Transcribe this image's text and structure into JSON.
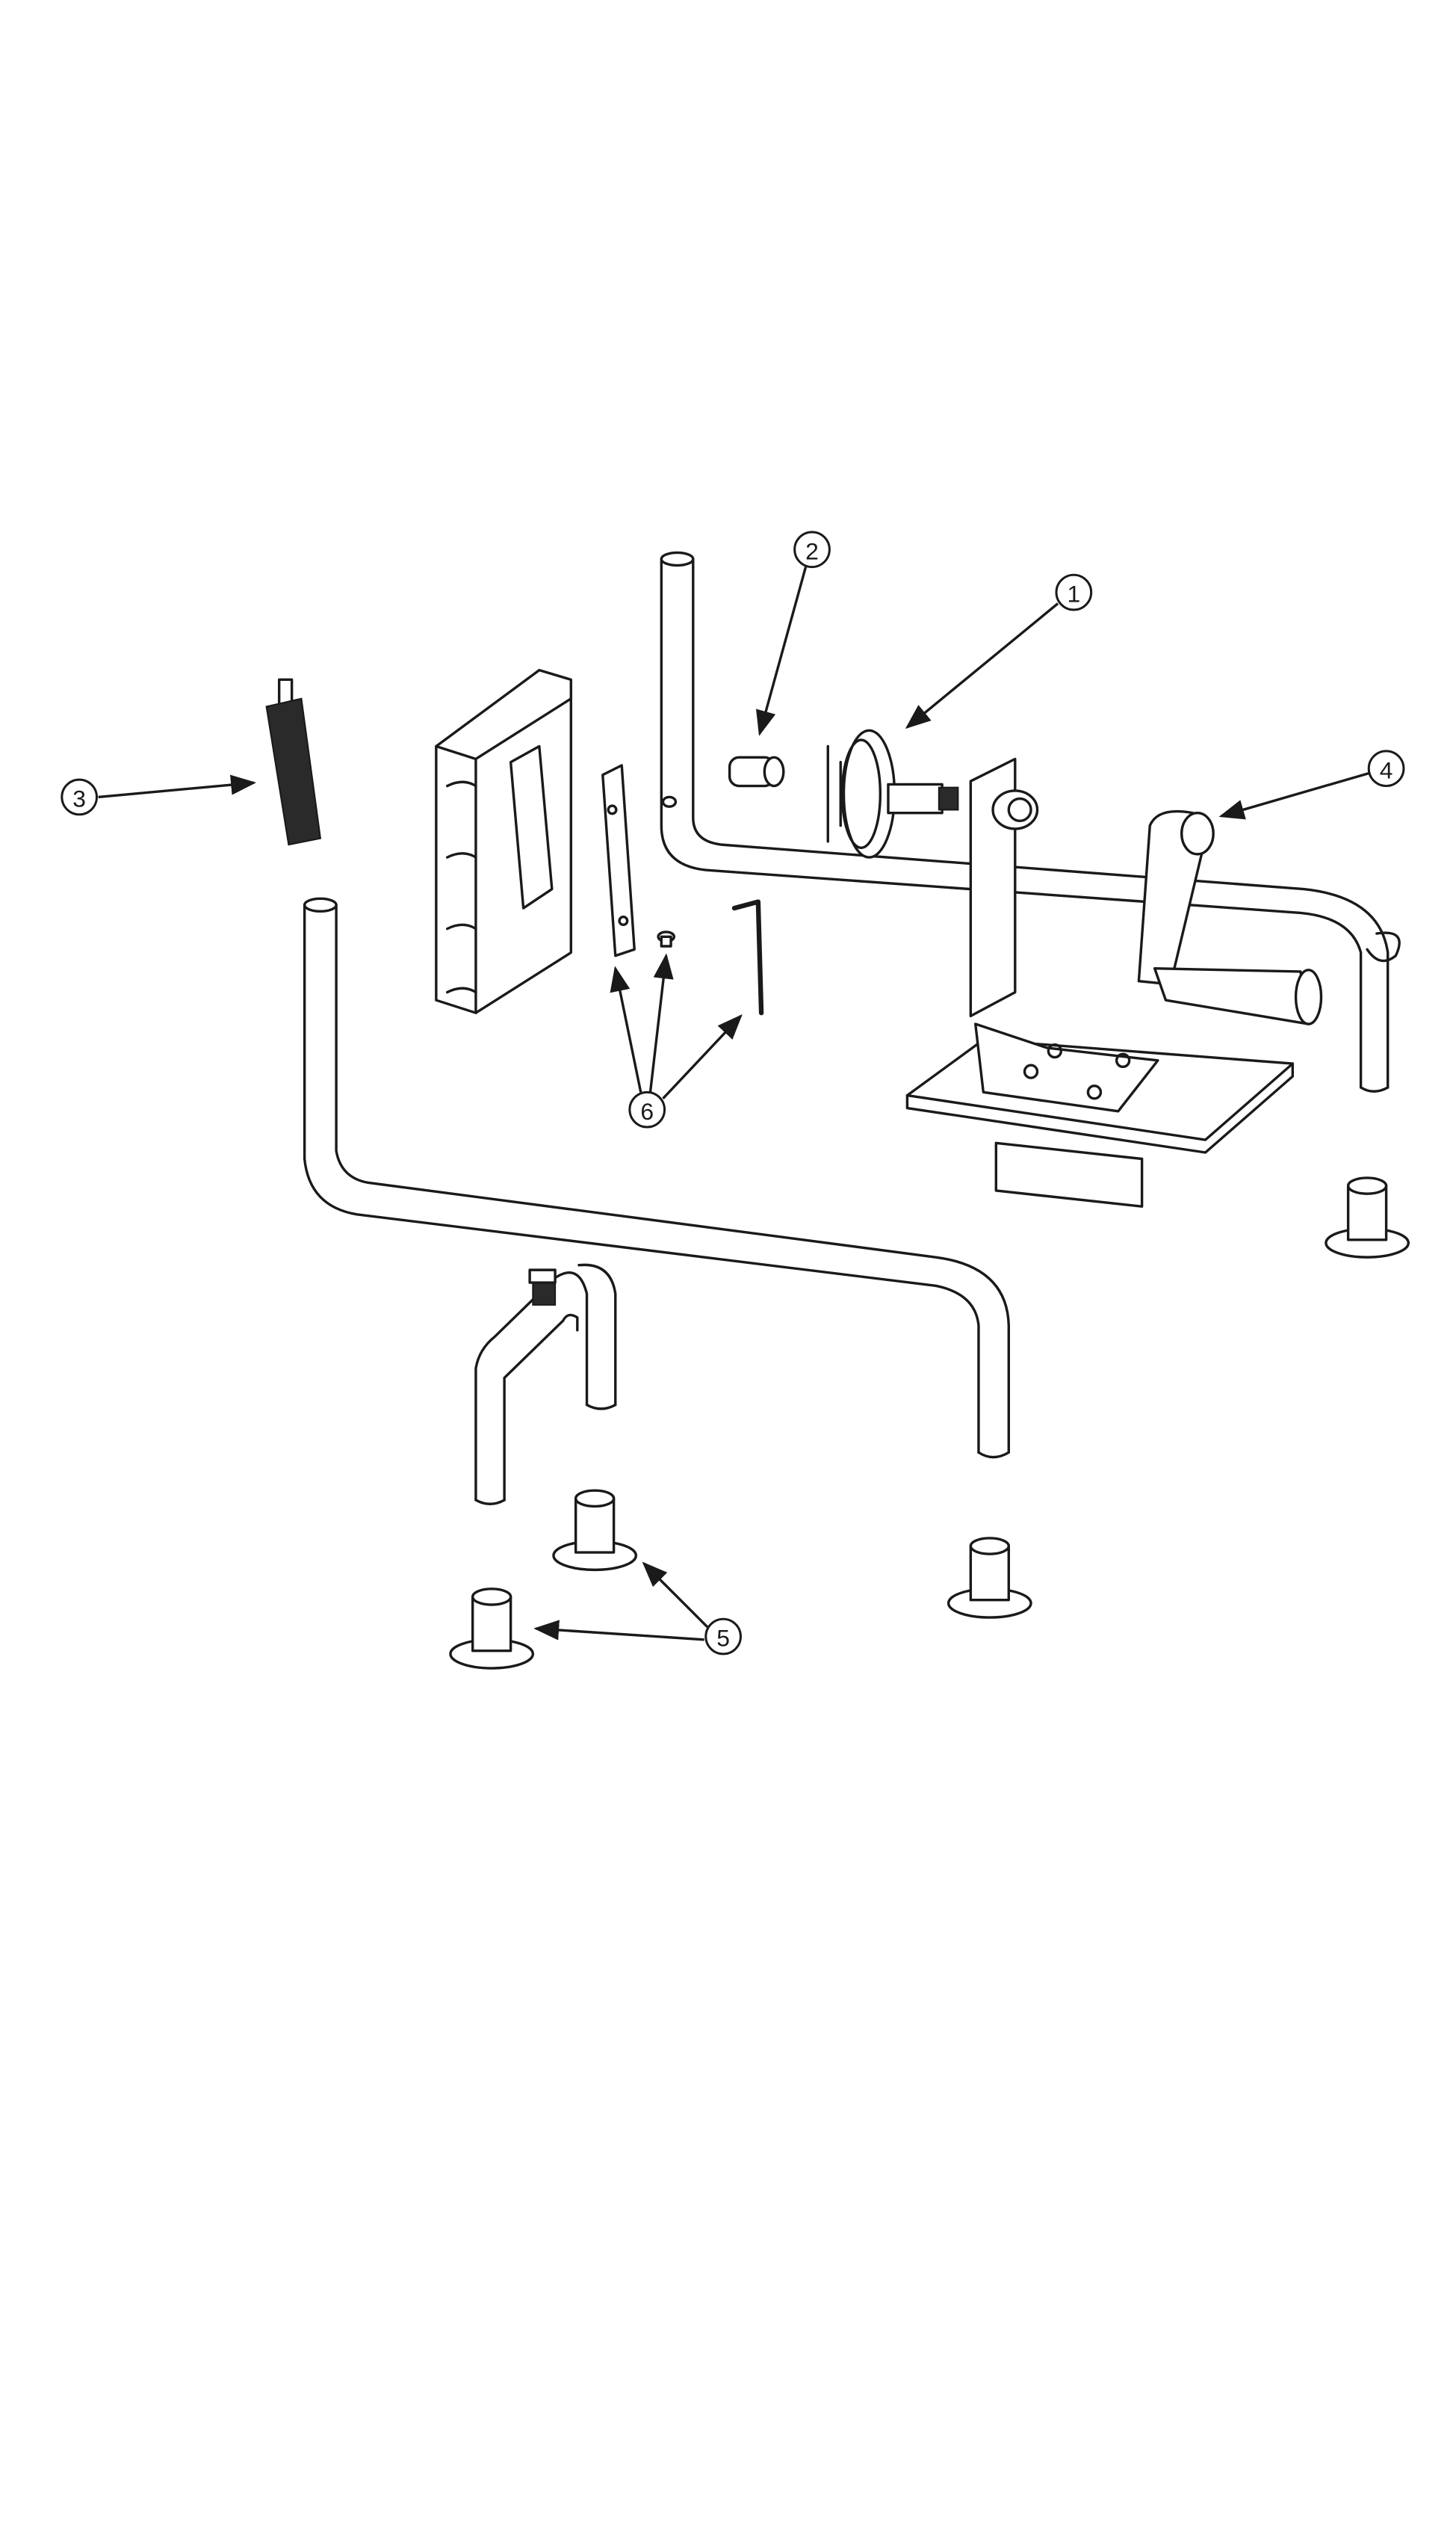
{
  "diagram": {
    "type": "exploded-parts-view",
    "callouts": [
      {
        "number": "1",
        "part": "wheel-hub"
      },
      {
        "number": "2",
        "part": "coupler"
      },
      {
        "number": "3",
        "part": "spring-bolt"
      },
      {
        "number": "4",
        "part": "crank-handle"
      },
      {
        "number": "5",
        "part": "suction-feet"
      },
      {
        "number": "6",
        "part": "blade-screws-hex-key"
      }
    ],
    "colors": {
      "line": "#1a1a1a",
      "background": "#ffffff"
    }
  }
}
